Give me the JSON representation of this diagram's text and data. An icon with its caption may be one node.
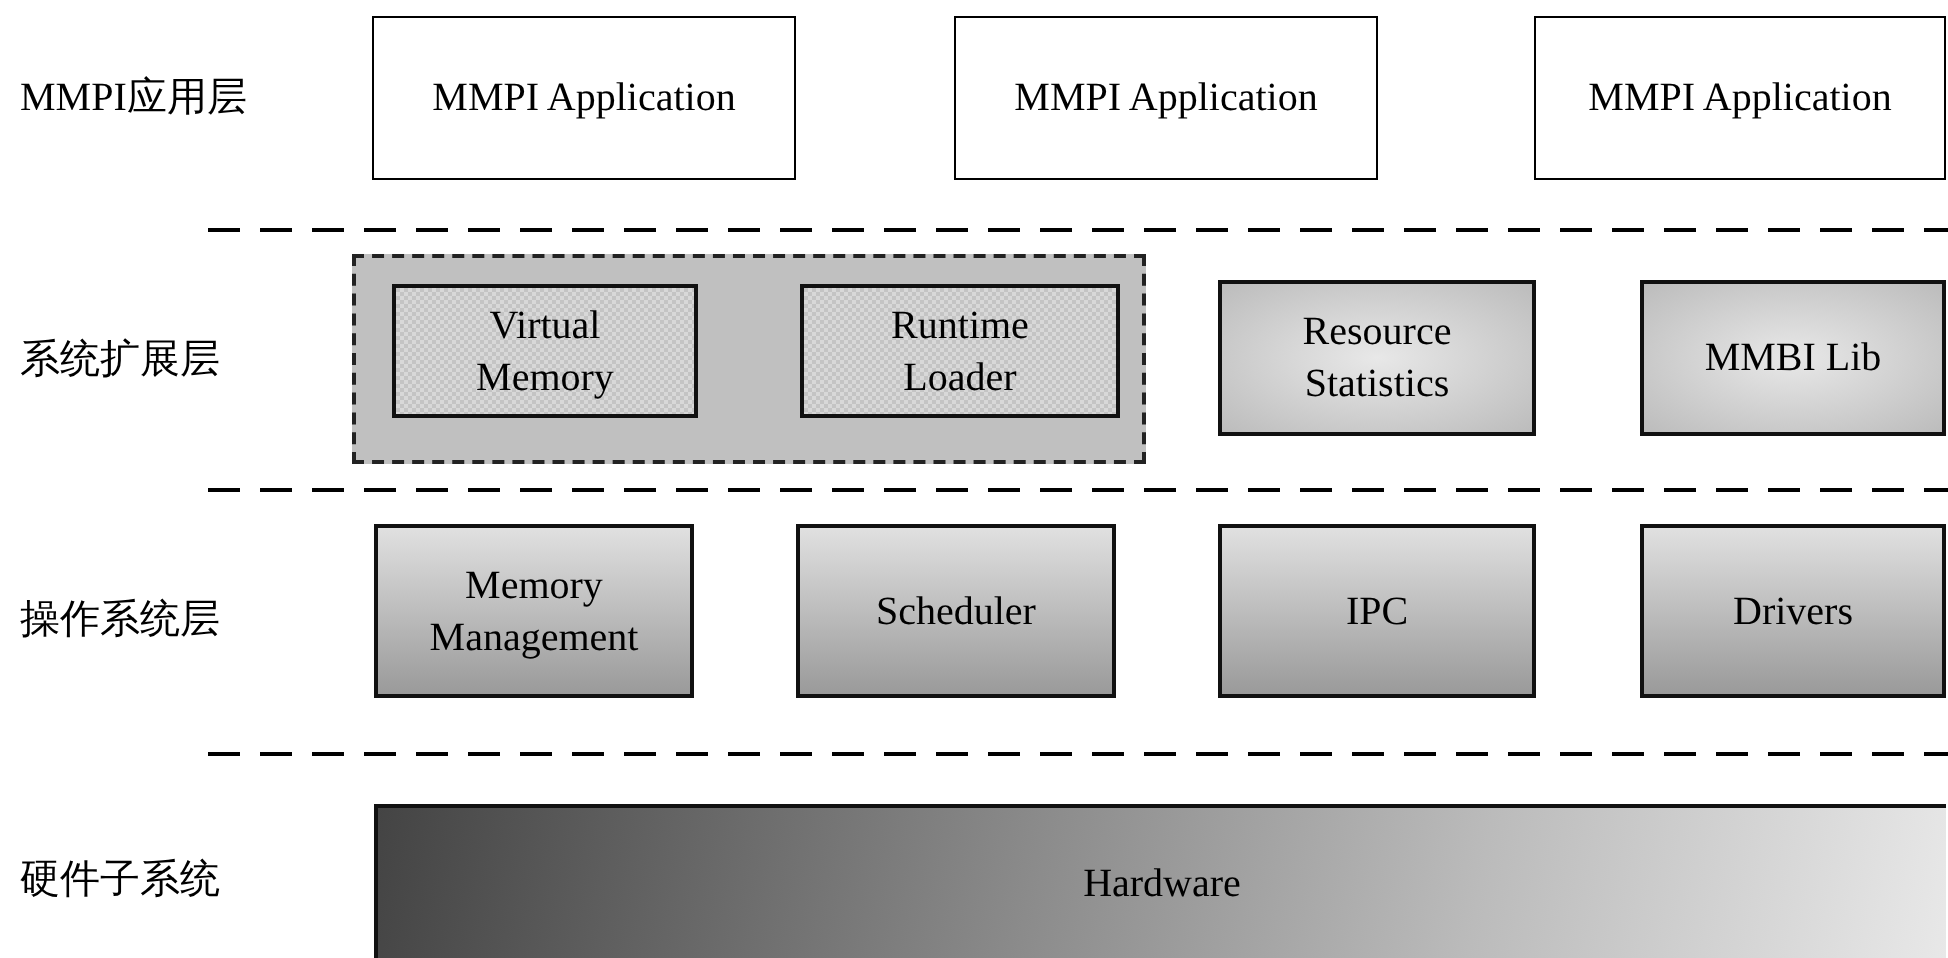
{
  "diagram": {
    "nodes": [
      {
        "text": [
          "MMPI Application"
        ]
      },
      {
        "text": [
          "MMPI Application"
        ]
      },
      {
        "text": [
          "MMPI Application"
        ]
      },
      {
        "text": [],
        "shape": "box"
      },
      {
        "text": [
          "Virtual Memory"
        ],
        "in": 3
      },
      {
        "text": [
          "Runtime Loader"
        ],
        "in": 3
      },
      {
        "text": [
          "Resource Statistics"
        ]
      },
      {
        "text": [
          "MMBI Lib"
        ]
      },
      {
        "text": [
          "Memory Management"
        ]
      },
      {
        "text": [
          "Scheduler"
        ]
      },
      {
        "text": [
          "IPC"
        ]
      },
      {
        "text": [
          "Drivers"
        ]
      },
      {
        "text": [
          "Hardware"
        ]
      }
    ],
    "labels": [
      "MMPI应用层",
      "系统扩展层",
      "操作系统层",
      "硬件子系统"
    ]
  }
}
